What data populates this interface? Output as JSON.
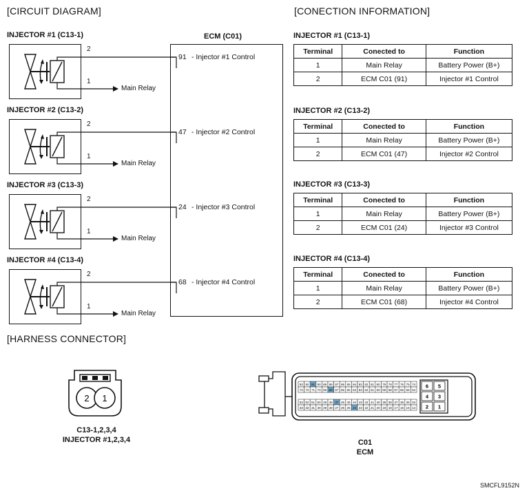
{
  "sections": {
    "circuit_title": "[CIRCUIT DIAGRAM]",
    "connection_title": "[CONECTION INFORMATION]",
    "harness_title": "[HARNESS CONNECTOR]"
  },
  "ecm": {
    "title": "ECM (C01)"
  },
  "injectors": [
    {
      "label": "INJECTOR #1 (C13-1)",
      "pin_top": "2",
      "pin_bottom": "1",
      "relay": "Main Relay",
      "ecm_pin": "91",
      "ecm_text": "- Injector #1 Control"
    },
    {
      "label": "INJECTOR #2 (C13-2)",
      "pin_top": "2",
      "pin_bottom": "1",
      "relay": "Main Relay",
      "ecm_pin": "47",
      "ecm_text": "- Injector #2 Control"
    },
    {
      "label": "INJECTOR #3 (C13-3)",
      "pin_top": "2",
      "pin_bottom": "1",
      "relay": "Main Relay",
      "ecm_pin": "24",
      "ecm_text": "- Injector #3 Control"
    },
    {
      "label": "INJECTOR #4 (C13-4)",
      "pin_top": "2",
      "pin_bottom": "1",
      "relay": "Main Relay",
      "ecm_pin": "68",
      "ecm_text": "- Injector #4 Control"
    }
  ],
  "tables": [
    {
      "title": "INJECTOR #1 (C13-1)",
      "headers": [
        "Terminal",
        "Conected to",
        "Function"
      ],
      "rows": [
        [
          "1",
          "Main Relay",
          "Battery Power (B+)"
        ],
        [
          "2",
          "ECM C01 (91)",
          "Injector #1 Control"
        ]
      ]
    },
    {
      "title": "INJECTOR #2 (C13-2)",
      "headers": [
        "Terminal",
        "Conected to",
        "Function"
      ],
      "rows": [
        [
          "1",
          "Main Relay",
          "Battery Power (B+)"
        ],
        [
          "2",
          "ECM C01 (47)",
          "Injector #2 Control"
        ]
      ]
    },
    {
      "title": "INJECTOR #3 (C13-3)",
      "headers": [
        "Terminal",
        "Conected to",
        "Function"
      ],
      "rows": [
        [
          "1",
          "Main Relay",
          "Battery Power (B+)"
        ],
        [
          "2",
          "ECM C01 (24)",
          "Injector #3 Control"
        ]
      ]
    },
    {
      "title": "INJECTOR #4 (C13-4)",
      "headers": [
        "Terminal",
        "Conected to",
        "Function"
      ],
      "rows": [
        [
          "1",
          "Main Relay",
          "Battery Power (B+)"
        ],
        [
          "2",
          "ECM C01 (68)",
          "Injector #4 Control"
        ]
      ]
    }
  ],
  "harness": {
    "injector_connector": {
      "pins": [
        "2",
        "1"
      ],
      "label_line1": "C13-1,2,3,4",
      "label_line2": "INJECTOR #1,2,3,4"
    },
    "ecm_connector": {
      "label_line1": "C01",
      "label_line2": "ECM",
      "side_pins": [
        "6",
        "5",
        "4",
        "3",
        "2",
        "1"
      ],
      "row1": [
        "93",
        "92",
        "91",
        "90",
        "89",
        "88",
        "87",
        "86",
        "85",
        "84",
        "83",
        "82",
        "81",
        "80",
        "79",
        "78",
        "77",
        "76",
        "75",
        "74"
      ],
      "row2": [
        "73",
        "72",
        "71",
        "70",
        "69",
        "68",
        "67",
        "66",
        "65",
        "64",
        "63",
        "62",
        "61",
        "60",
        "59",
        "58",
        "57",
        "56",
        "55",
        "54"
      ],
      "row3": [
        "53",
        "52",
        "51",
        "50",
        "49",
        "48",
        "47",
        "46",
        "45",
        "44",
        "43",
        "42",
        "41",
        "40",
        "39",
        "38",
        "37",
        "36",
        "35",
        "34"
      ],
      "row4": [
        "33",
        "32",
        "31",
        "30",
        "29",
        "28",
        "27",
        "26",
        "25",
        "24",
        "23",
        "22",
        "21",
        "20",
        "19",
        "18",
        "17",
        "16",
        "15",
        "14"
      ],
      "highlight": [
        "91",
        "68",
        "47",
        "24"
      ],
      "highlight_color": "#6fa8c9"
    }
  },
  "footer": {
    "code": "SMCFL9152N"
  }
}
